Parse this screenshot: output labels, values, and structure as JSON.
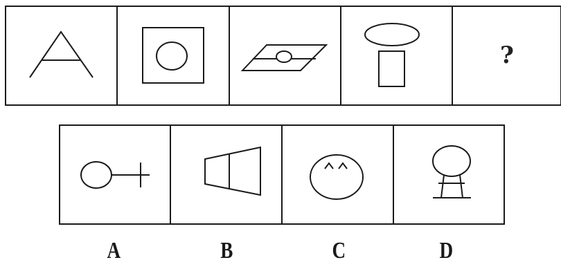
{
  "question_row": {
    "cells": [
      {
        "figure": "triangle-with-open-base"
      },
      {
        "figure": "circle-in-square"
      },
      {
        "figure": "circle-on-parallelogram-with-line"
      },
      {
        "figure": "ellipse-above-rectangle"
      },
      {
        "figure": "unknown",
        "text": "?"
      }
    ]
  },
  "options_row": {
    "options": [
      {
        "label": "A",
        "figure": "circle-with-cross-tail"
      },
      {
        "label": "B",
        "figure": "trapezoid-split-in-two"
      },
      {
        "label": "C",
        "figure": "ellipse-with-two-carets"
      },
      {
        "label": "D",
        "figure": "circle-on-stand"
      }
    ]
  },
  "colors": {
    "stroke": "#1a1a1a",
    "background": "#ffffff"
  }
}
